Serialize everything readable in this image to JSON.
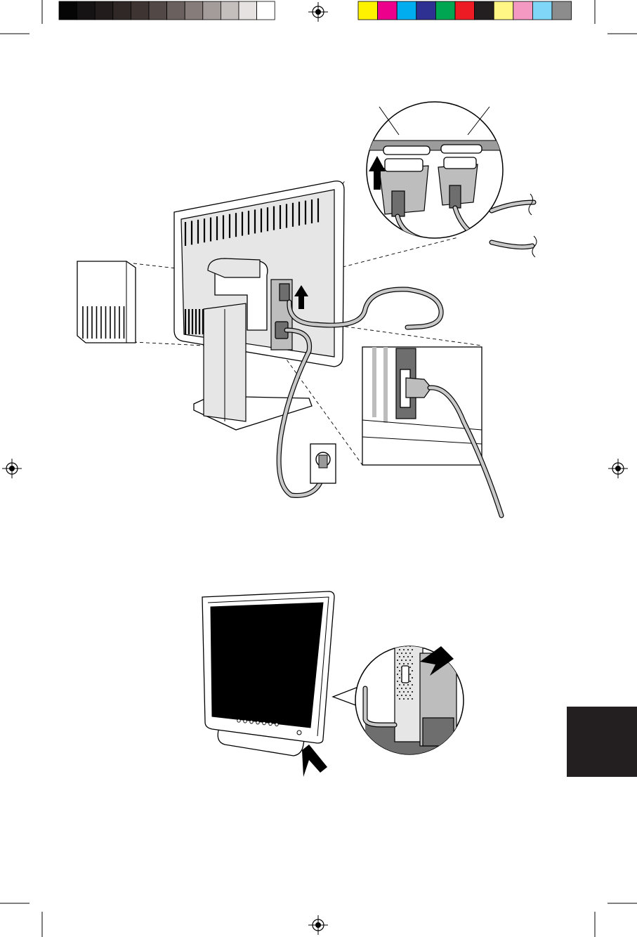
{
  "registration": {
    "gray_swatches": [
      "#050505",
      "#151313",
      "#221d1c",
      "#2f2826",
      "#3e3533",
      "#524846",
      "#6a605e",
      "#867c7a",
      "#a49c9a",
      "#c4bebd",
      "#e6e2e1",
      "#ffffff"
    ],
    "color_swatches": [
      "#fff200",
      "#ec008c",
      "#00aeef",
      "#2e3192",
      "#00a651",
      "#ed1c24",
      "#231f20",
      "#fff685",
      "#f49ac2",
      "#7fd6f7",
      "#8c8c8c"
    ]
  },
  "figures": [
    {
      "name": "cable-connection-diagram",
      "depicts": [
        "monitor-rear",
        "ac-adapter-box",
        "signal-connector-closeup",
        "power-cord-closeup",
        "wall-outlet"
      ]
    },
    {
      "name": "power-switch-diagram",
      "depicts": [
        "monitor-front",
        "power-switch-closeup"
      ]
    }
  ],
  "side_tab": {
    "color": "#231f20"
  }
}
